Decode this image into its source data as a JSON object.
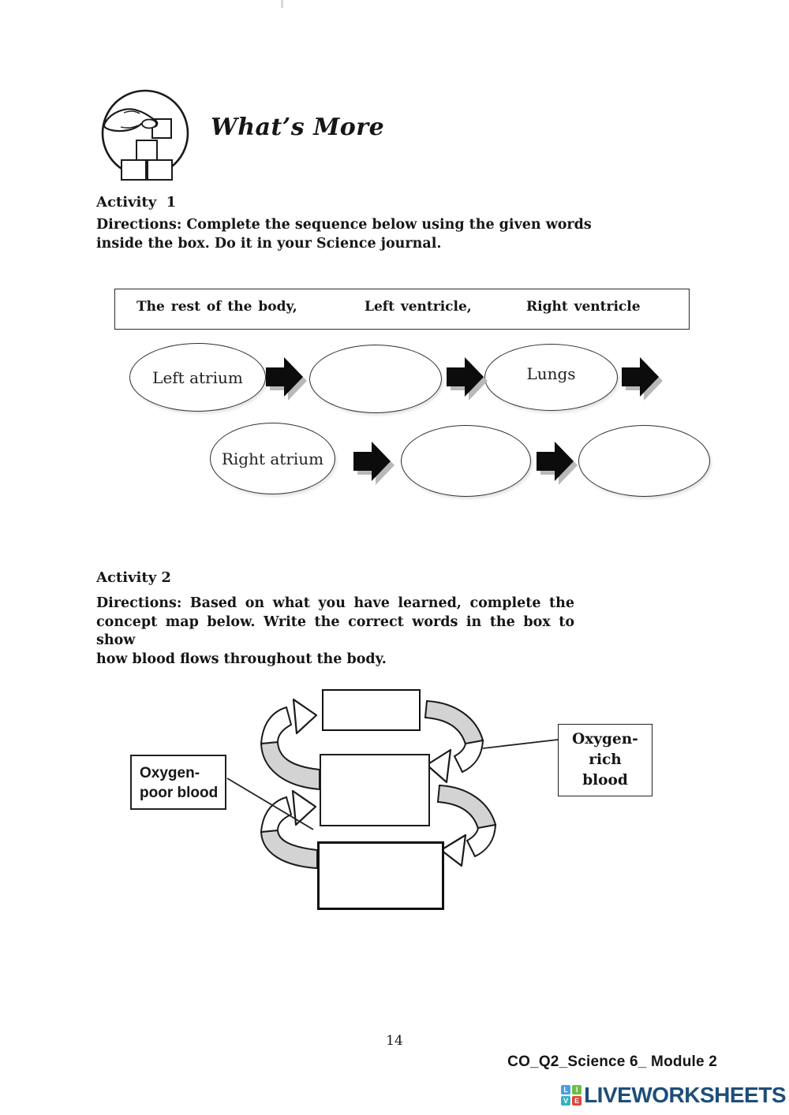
{
  "header": {
    "title": "What’s More",
    "icon": "hand-stacking-blocks"
  },
  "activity1": {
    "heading": "Activity  1",
    "directions": [
      "Directions: Complete the sequence below using the given words",
      "inside the box. Do it in your Science journal."
    ],
    "word_bank": [
      "The rest of the body,",
      "Left ventricle,",
      "Right ventricle"
    ],
    "row1": [
      {
        "label": "Left atrium"
      },
      {
        "label": ""
      },
      {
        "label": "Lungs"
      }
    ],
    "row2": [
      {
        "label": "Right atrium"
      },
      {
        "label": ""
      },
      {
        "label": ""
      }
    ]
  },
  "activity2": {
    "heading": "Activity 2",
    "directions": [
      "Directions: Based on what you have learned, complete the",
      "concept map below. Write the correct words in the box to show",
      "how blood flows throughout the body."
    ],
    "left_label": {
      "line1": "Oxygen-",
      "line2": "poor blood"
    },
    "right_label": {
      "line1": "Oxygen-",
      "line2": "rich",
      "line3": "blood"
    }
  },
  "footer": {
    "page_number": "14",
    "module": "CO_Q2_Science 6_ Module 2",
    "logo": {
      "text": "LIVEWORKSHEETS",
      "text_color": "#1d4e7a",
      "tiles": [
        {
          "letter": "L",
          "color": "#4a9edf"
        },
        {
          "letter": "I",
          "color": "#6cbf45"
        },
        {
          "letter": "V",
          "color": "#35b3c3"
        },
        {
          "letter": "E",
          "color": "#e2443c"
        }
      ]
    }
  },
  "colors": {
    "arrow_black": "#0c0c0c",
    "ribbon_gray": "#d3d3d3",
    "shadow_gray": "#b9b9b9"
  }
}
